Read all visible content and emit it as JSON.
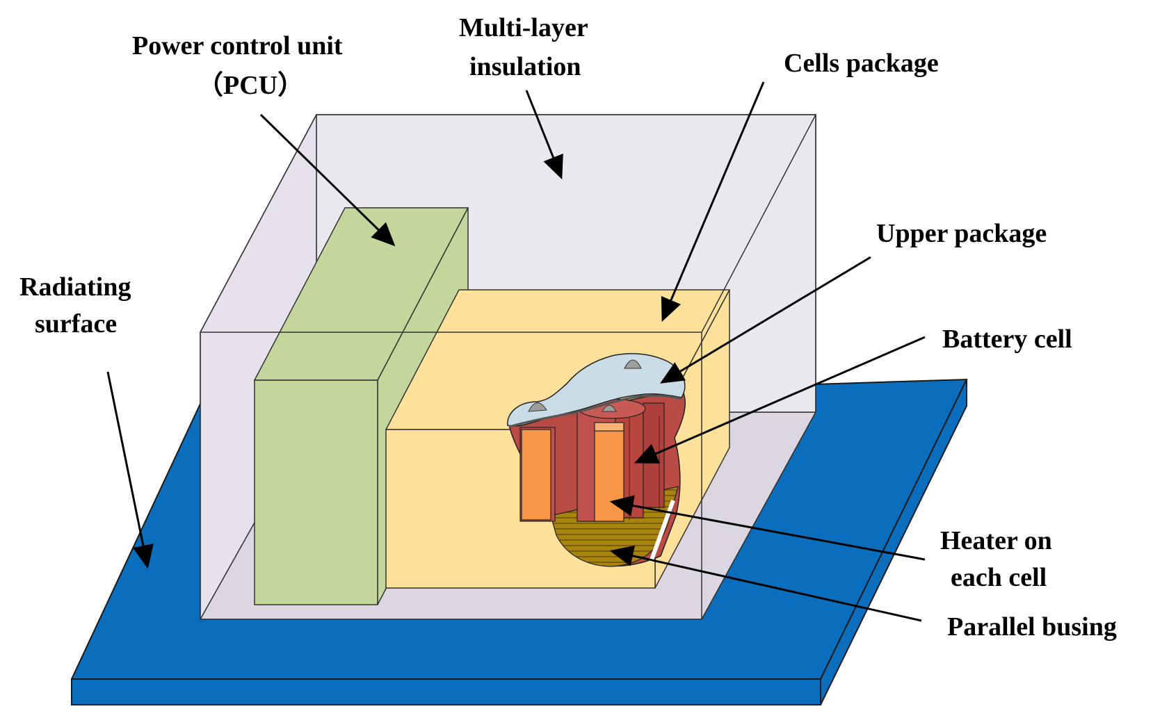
{
  "labels": {
    "pcu_line1": "Power control unit",
    "pcu_line2": "（PCU）",
    "mli_line1": "Multi-layer",
    "mli_line2": "insulation",
    "cells_package": "Cells package",
    "upper_package": "Upper package",
    "radiating_line1": "Radiating",
    "radiating_line2": "surface",
    "battery_cell": "Battery cell",
    "heater_line1": "Heater on",
    "heater_line2": "each cell",
    "parallel_busing": "Parallel busing"
  },
  "colors": {
    "radiating_surface": "#0a6ebd",
    "insulation_box": "#ebe7ef",
    "pcu": "#c3d69b",
    "cells_package": "#fde19a",
    "battery_cell": "#c0504d",
    "heater": "#f79646",
    "upper_package": "#c9dbe5",
    "busing": "#9c7a10",
    "line": "#000000"
  }
}
